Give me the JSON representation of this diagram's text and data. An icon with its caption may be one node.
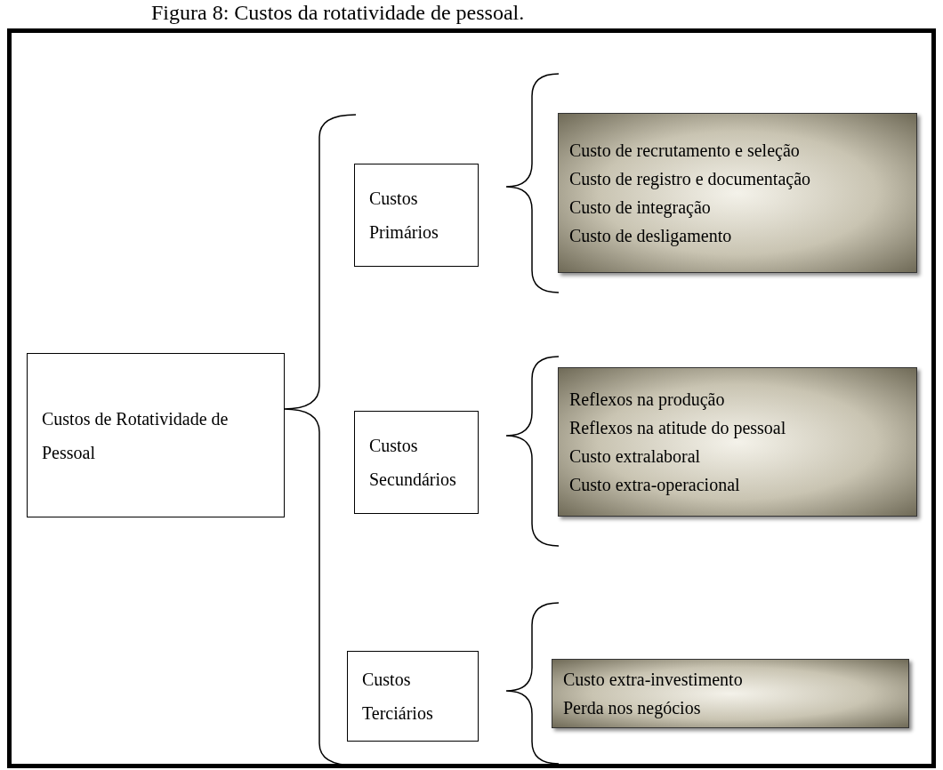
{
  "diagram": {
    "title": "Figura 8: Custos da rotatividade de pessoal.",
    "nodes": [
      {
        "text": [
          "Custos de Rotatividade de Pessoal"
        ]
      },
      {
        "text": [
          "Custos Primários"
        ]
      },
      {
        "text": [
          "Custo de recrutamento e seleção",
          "Custo de registro e documentação",
          "Custo de integração",
          "Custo de desligamento"
        ]
      },
      {
        "text": [
          "Custos Secundários"
        ]
      },
      {
        "text": [
          "Reflexos na produção",
          "Reflexos na atitude do pessoal",
          "Custo extralaboral",
          "Custo extra-operacional"
        ]
      },
      {
        "text": [
          "Custos Terciários"
        ]
      },
      {
        "text": [
          "Custo extra-investimento",
          "Perda nos negócios"
        ]
      }
    ]
  }
}
